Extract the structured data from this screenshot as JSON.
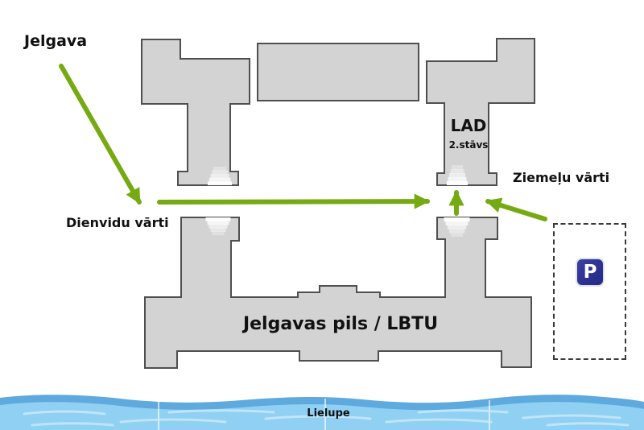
{
  "map": {
    "origin_label": "Jelgava",
    "south_gate_label": "Dienvidu vārti",
    "north_gate_label": "Ziemeļu vārti",
    "palace_label": "Jelgavas pils / LBTU",
    "lad_label": "LAD",
    "lad_floor_label": "2.stāvs",
    "river_label": "Lielupe",
    "parking_letter": "P"
  },
  "colors": {
    "building_fill": "#d3d3d3",
    "building_border": "#4f4f4f",
    "arrow_green": "#76aa12",
    "river_dark": "#5ea9dd",
    "river_light": "#8fd0f3",
    "river_streak": "#c9e9fb",
    "parking_blue": "#2d3191"
  }
}
